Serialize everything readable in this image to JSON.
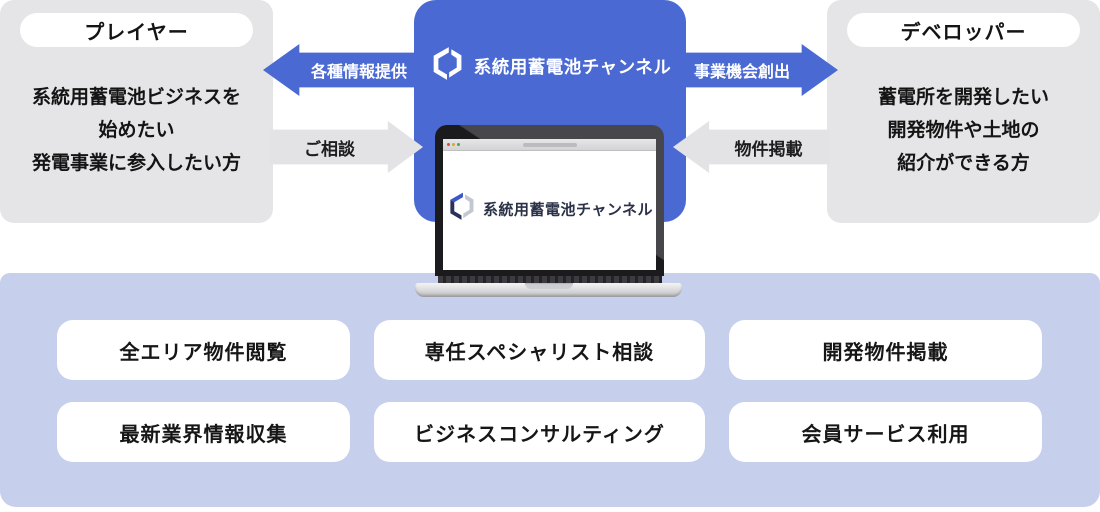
{
  "palette": {
    "brand_blue": "#4b69d3",
    "panel_gray": "#e5e5e7",
    "arrow_gray": "#e3e3e5",
    "bottom_bg": "#c6cfec",
    "text_dark": "#141414",
    "logo_navy": "#2b3147"
  },
  "left_panel": {
    "badge": "プレイヤー",
    "lines": [
      "系統用蓄電池ビジネスを",
      "始めたい",
      "発電事業に参入したい方"
    ]
  },
  "right_panel": {
    "badge": "デベロッパー",
    "lines": [
      "蓄電所を開発したい",
      "開発物件や土地の",
      "紹介ができる方"
    ]
  },
  "center": {
    "brand": "系統用蓄電池チャンネル"
  },
  "laptop": {
    "screen_brand": "系統用蓄電池チャンネル"
  },
  "arrows": {
    "info_provision": "各種情報提供",
    "consultation": "ご相談",
    "opportunity": "事業機会創出",
    "listing": "物件掲載"
  },
  "features": {
    "items": [
      "全エリア物件閲覧",
      "専任スペシャリスト相談",
      "開発物件掲載",
      "最新業界情報収集",
      "ビジネスコンサルティング",
      "会員サービス利用"
    ]
  }
}
